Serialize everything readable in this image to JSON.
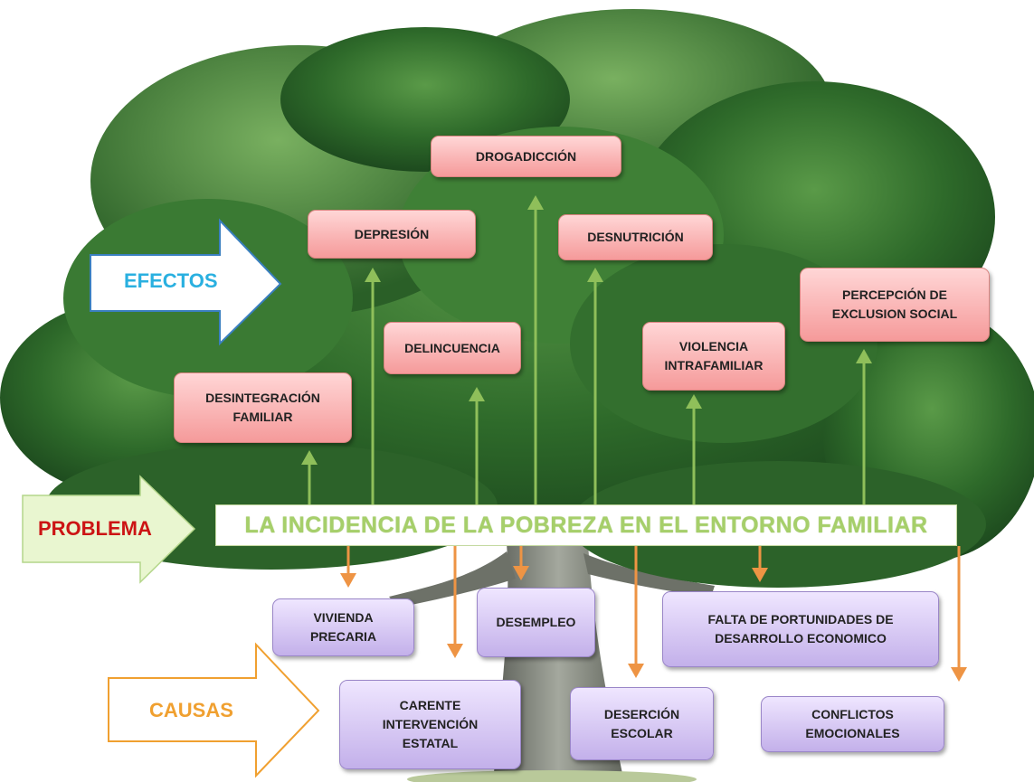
{
  "labels": {
    "efectos": "EFECTOS",
    "problema": "PROBLEMA",
    "causas": "CAUSAS"
  },
  "problem": "LA INCIDENCIA DE LA POBREZA EN EL ENTORNO FAMILIAR",
  "effects": {
    "drogadiccion": "DROGADICCIÓN",
    "depresion": "DEPRESIÓN",
    "desnutricion": "DESNUTRICIÓN",
    "percepcion": "PERCEPCIÓN DE\nEXCLUSION SOCIAL",
    "delincuencia": "DELINCUENCIA",
    "violencia": "VIOLENCIA\nINTRAFAMILIAR",
    "desintegracion": "DESINTEGRACIÓN\nFAMILIAR"
  },
  "causes": {
    "vivienda": "VIVIENDA\nPRECARIA",
    "desempleo": "DESEMPLEO",
    "falta": "FALTA DE PORTUNIDADES DE\nDESARROLLO ECONOMICO",
    "carente": "CARENTE\nINTERVENCIÓN\nESTATAL",
    "desercion": "DESERCIÓN\nESCOLAR",
    "conflictos": "CONFLICTOS\nEMOCIONALES"
  },
  "colors": {
    "efectos_text": "#2ab0e0",
    "problema_text": "#cc1414",
    "causas_text": "#f0a030",
    "effect_arrow": "#8fbf5a",
    "cause_arrow": "#ee9444",
    "tree_foliage": "#2f6b2a",
    "trunk": "#8b8f86"
  },
  "icons": {
    "tree": "tree-illustration"
  }
}
